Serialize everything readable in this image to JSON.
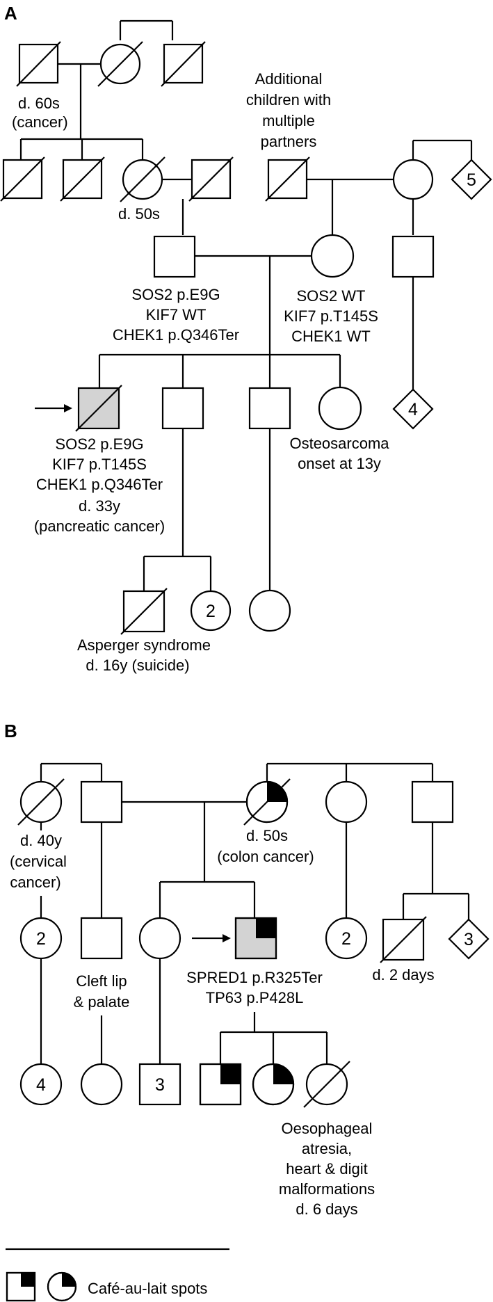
{
  "panels": [
    {
      "label": "A",
      "notes": {
        "gp_father_death": [
          "d. 60s",
          "(cancer)"
        ],
        "aunt_death": "d. 50s",
        "additional": [
          "Additional",
          "children with",
          "multiple",
          "partners"
        ],
        "osteo": [
          "Osteosarcoma",
          "onset at 13y"
        ],
        "asperger": [
          "Asperger syndrome",
          "d. 16y (suicide)"
        ]
      },
      "counts": {
        "maternal_sibs": "5",
        "half_sib_child": "4",
        "nephew_sisters": "2"
      },
      "father_variants": [
        {
          "text": "SOS2 p.E9G",
          "color": "#e41b1b"
        },
        {
          "text": "KIF7 WT",
          "color": "#1212cc"
        },
        {
          "text": "CHEK1 p.Q346Ter",
          "color": "#e41b1b"
        }
      ],
      "mother_variants": [
        {
          "text": "SOS2 WT",
          "color": "#1212cc"
        },
        {
          "text": "KIF7 p.T145S",
          "color": "#e41b1b"
        },
        {
          "text": "CHEK1 WT",
          "color": "#1212cc"
        }
      ],
      "proband_variants": [
        {
          "text": "SOS2 p.E9G",
          "color": "#e41b1b"
        },
        {
          "text": "KIF7 p.T145S",
          "color": "#e41b1b"
        },
        {
          "text": "CHEK1 p.Q346Ter",
          "color": "#e41b1b"
        }
      ],
      "proband_notes": [
        "d. 33y",
        "(pancreatic cancer)"
      ]
    },
    {
      "label": "B",
      "notes": {
        "aunt_death": [
          "d. 40y",
          "(cervical",
          "cancer)"
        ],
        "gm_death": [
          "d. 50s",
          "(colon cancer)"
        ],
        "cleft": [
          "Cleft lip",
          "& palate"
        ],
        "cousin_death": "d. 2 days",
        "oeso": [
          "Oesophageal",
          "atresia,",
          "heart & digit",
          "malformations",
          "d. 6 days"
        ]
      },
      "counts": {
        "aunt_children": "2",
        "aunt_grandchildren": "4",
        "sister_children": "3",
        "aunt2_children": "2",
        "uncle_children": "3"
      },
      "proband_variants": [
        {
          "text": "SPRED1 p.R325Ter",
          "color": "#e41b1b"
        },
        {
          "text": "TP63 p.P428L",
          "color": "#e41b1b"
        }
      ]
    }
  ],
  "legend": {
    "label": "Café-au-lait spots"
  }
}
